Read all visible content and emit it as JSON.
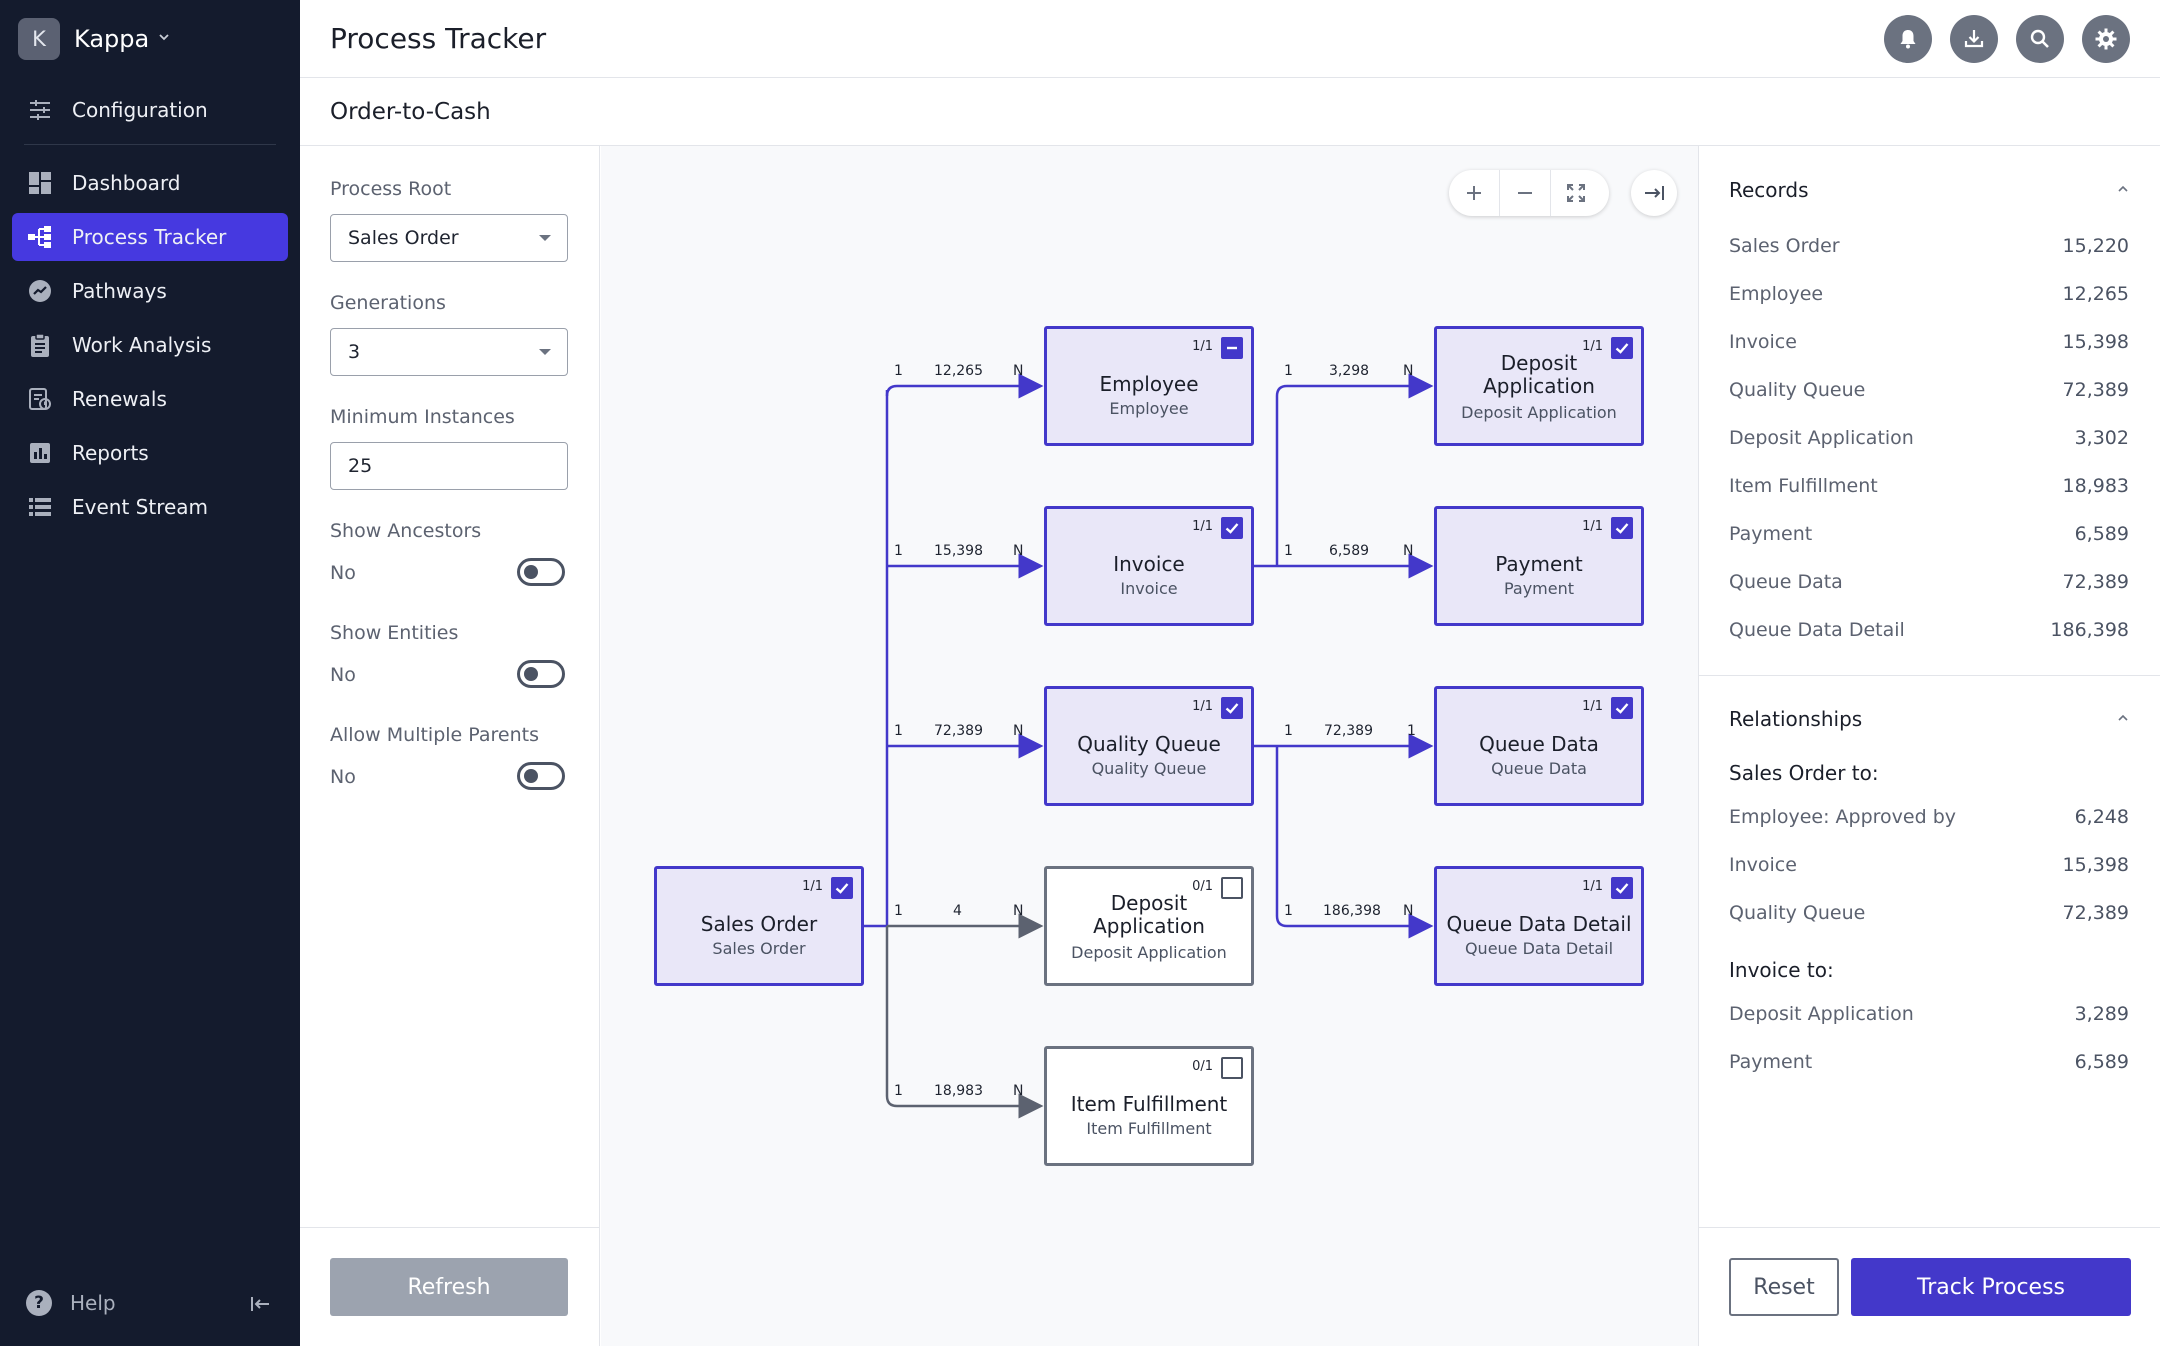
{
  "workspace": {
    "initial": "K",
    "name": "Kappa"
  },
  "nav": {
    "configuration": "Configuration",
    "items": [
      {
        "label": "Dashboard",
        "icon": "dashboard-icon"
      },
      {
        "label": "Process Tracker",
        "icon": "process-tracker-icon",
        "active": true
      },
      {
        "label": "Pathways",
        "icon": "pathways-icon"
      },
      {
        "label": "Work Analysis",
        "icon": "work-analysis-icon"
      },
      {
        "label": "Renewals",
        "icon": "renewals-icon"
      },
      {
        "label": "Reports",
        "icon": "reports-icon"
      },
      {
        "label": "Event Stream",
        "icon": "event-stream-icon"
      }
    ],
    "help": "Help"
  },
  "header": {
    "title": "Process Tracker",
    "subtitle": "Order-to-Cash"
  },
  "controls": {
    "process_root_label": "Process Root",
    "process_root_value": "Sales Order",
    "generations_label": "Generations",
    "generations_value": "3",
    "min_instances_label": "Minimum Instances",
    "min_instances_value": "25",
    "show_ancestors_label": "Show Ancestors",
    "show_ancestors_value": "No",
    "show_entities_label": "Show Entities",
    "show_entities_value": "No",
    "allow_multiple_parents_label": "Allow Multiple Parents",
    "allow_multiple_parents_value": "No",
    "refresh_label": "Refresh"
  },
  "graph": {
    "nodes": {
      "sales_order": {
        "title": "Sales Order",
        "sub": "Sales Order",
        "ratio": "1/1"
      },
      "employee": {
        "title": "Employee",
        "sub": "Employee",
        "ratio": "1/1"
      },
      "invoice": {
        "title": "Invoice",
        "sub": "Invoice",
        "ratio": "1/1"
      },
      "quality_queue": {
        "title": "Quality Queue",
        "sub": "Quality Queue",
        "ratio": "1/1"
      },
      "deposit_app_1": {
        "title1": "Deposit",
        "title2": "Application",
        "sub": "Deposit Application",
        "ratio": "0/1"
      },
      "item_fulfillment": {
        "title": "Item Fulfillment",
        "sub": "Item Fulfillment",
        "ratio": "0/1"
      },
      "deposit_app_2": {
        "title1": "Deposit",
        "title2": "Application",
        "sub": "Deposit Application",
        "ratio": "1/1"
      },
      "payment": {
        "title": "Payment",
        "sub": "Payment",
        "ratio": "1/1"
      },
      "queue_data": {
        "title": "Queue Data",
        "sub": "Queue Data",
        "ratio": "1/1"
      },
      "queue_data_detail": {
        "title": "Queue Data Detail",
        "sub": "Queue Data Detail",
        "ratio": "1/1"
      }
    },
    "edges": {
      "employee": {
        "from": "1",
        "count": "12,265",
        "to": "N"
      },
      "invoice": {
        "from": "1",
        "count": "15,398",
        "to": "N"
      },
      "quality_queue": {
        "from": "1",
        "count": "72,389",
        "to": "N"
      },
      "deposit_app_1": {
        "from": "1",
        "count": "4",
        "to": "N"
      },
      "item_fulfillment": {
        "from": "1",
        "count": "18,983",
        "to": "N"
      },
      "deposit_app_2": {
        "from": "1",
        "count": "3,298",
        "to": "N"
      },
      "payment": {
        "from": "1",
        "count": "6,589",
        "to": "N"
      },
      "queue_data": {
        "from": "1",
        "count": "72,389",
        "to": "1"
      },
      "queue_data_detail": {
        "from": "1",
        "count": "186,398",
        "to": "N"
      }
    }
  },
  "records": {
    "title": "Records",
    "rows": [
      {
        "label": "Sales Order",
        "value": "15,220"
      },
      {
        "label": "Employee",
        "value": "12,265"
      },
      {
        "label": "Invoice",
        "value": "15,398"
      },
      {
        "label": "Quality Queue",
        "value": "72,389"
      },
      {
        "label": "Deposit Application",
        "value": "3,302"
      },
      {
        "label": "Item Fulfillment",
        "value": "18,983"
      },
      {
        "label": "Payment",
        "value": "6,589"
      },
      {
        "label": "Queue Data",
        "value": "72,389"
      },
      {
        "label": "Queue Data Detail",
        "value": "186,398"
      }
    ]
  },
  "relationships": {
    "title": "Relationships",
    "groups": [
      {
        "title": "Sales Order to:",
        "rows": [
          {
            "label": "Employee: Approved by",
            "value": "6,248"
          },
          {
            "label": "Invoice",
            "value": "15,398"
          },
          {
            "label": "Quality Queue",
            "value": "72,389"
          }
        ]
      },
      {
        "title": "Invoice to:",
        "rows": [
          {
            "label": "Deposit Application",
            "value": "3,289"
          },
          {
            "label": "Payment",
            "value": "6,589"
          }
        ]
      }
    ]
  },
  "actions": {
    "reset": "Reset",
    "track": "Track Process"
  }
}
